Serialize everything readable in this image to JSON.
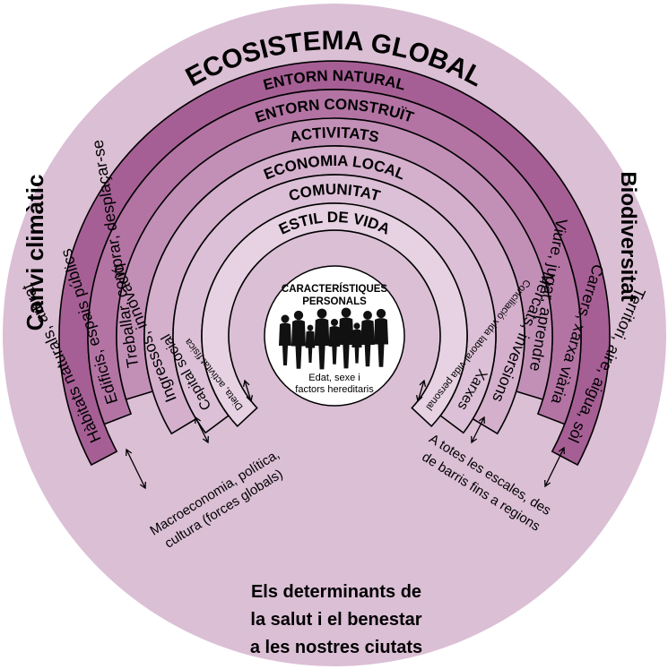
{
  "title": "ECOSISTEMA GLOBAL",
  "left_side_label": "Canvi climàtic",
  "right_side_label": "Biodiversitat",
  "bands": [
    {
      "label": "ENTORN NATURAL",
      "left_text": "Hàbitats naturals, arbrat",
      "right_text": "Territori, aire, aigua, sòl",
      "color": "#a65f95"
    },
    {
      "label": "ENTORN CONSTRUÏT",
      "left_text": "Edificis, espais públics",
      "right_text": "Carrers, xarxa viària",
      "color": "#b374a4"
    },
    {
      "label": "ACTIVITATS",
      "left_text": "Treballar, comprar, desplaçar-se",
      "right_text": "Viure, jugar, aprendre",
      "color": "#c290b7"
    },
    {
      "label": "ECONOMIA LOCAL",
      "left_text": "Ingressos, innovació",
      "right_text": "Mercats, inversions",
      "color": "#d4b0cd"
    },
    {
      "label": "COMUNITAT",
      "left_text": "Capital social",
      "right_text": "Xarxes",
      "color": "#dcc0d7"
    },
    {
      "label": "ESTIL DE VIDA",
      "left_text": "Dieta, activitat física",
      "right_text": "Conciliació vida laboral-vida personal",
      "color": "#e6d2e2"
    }
  ],
  "center": {
    "title_line1": "CARACTERÍSTIQUES",
    "title_line2": "PERSONALS",
    "subtitle_line1": "Edat, sexe i",
    "subtitle_line2": "factors hereditaris"
  },
  "annotations": {
    "left_line1": "Macroeconomia, política,",
    "left_line2": "cultura (forces globals)",
    "right_line1": "A totes les escales, des",
    "right_line2": "de barris fins a regions"
  },
  "footer": [
    "Els determinants de",
    "la salut i el benestar",
    "a les nostres ciutats"
  ],
  "colors": {
    "outer_circle": "#dbbfd5",
    "band_stroke": "#000000",
    "center_fill": "#ffffff"
  },
  "icons": [
    "people-group-icon",
    "double-arrow-icon"
  ]
}
